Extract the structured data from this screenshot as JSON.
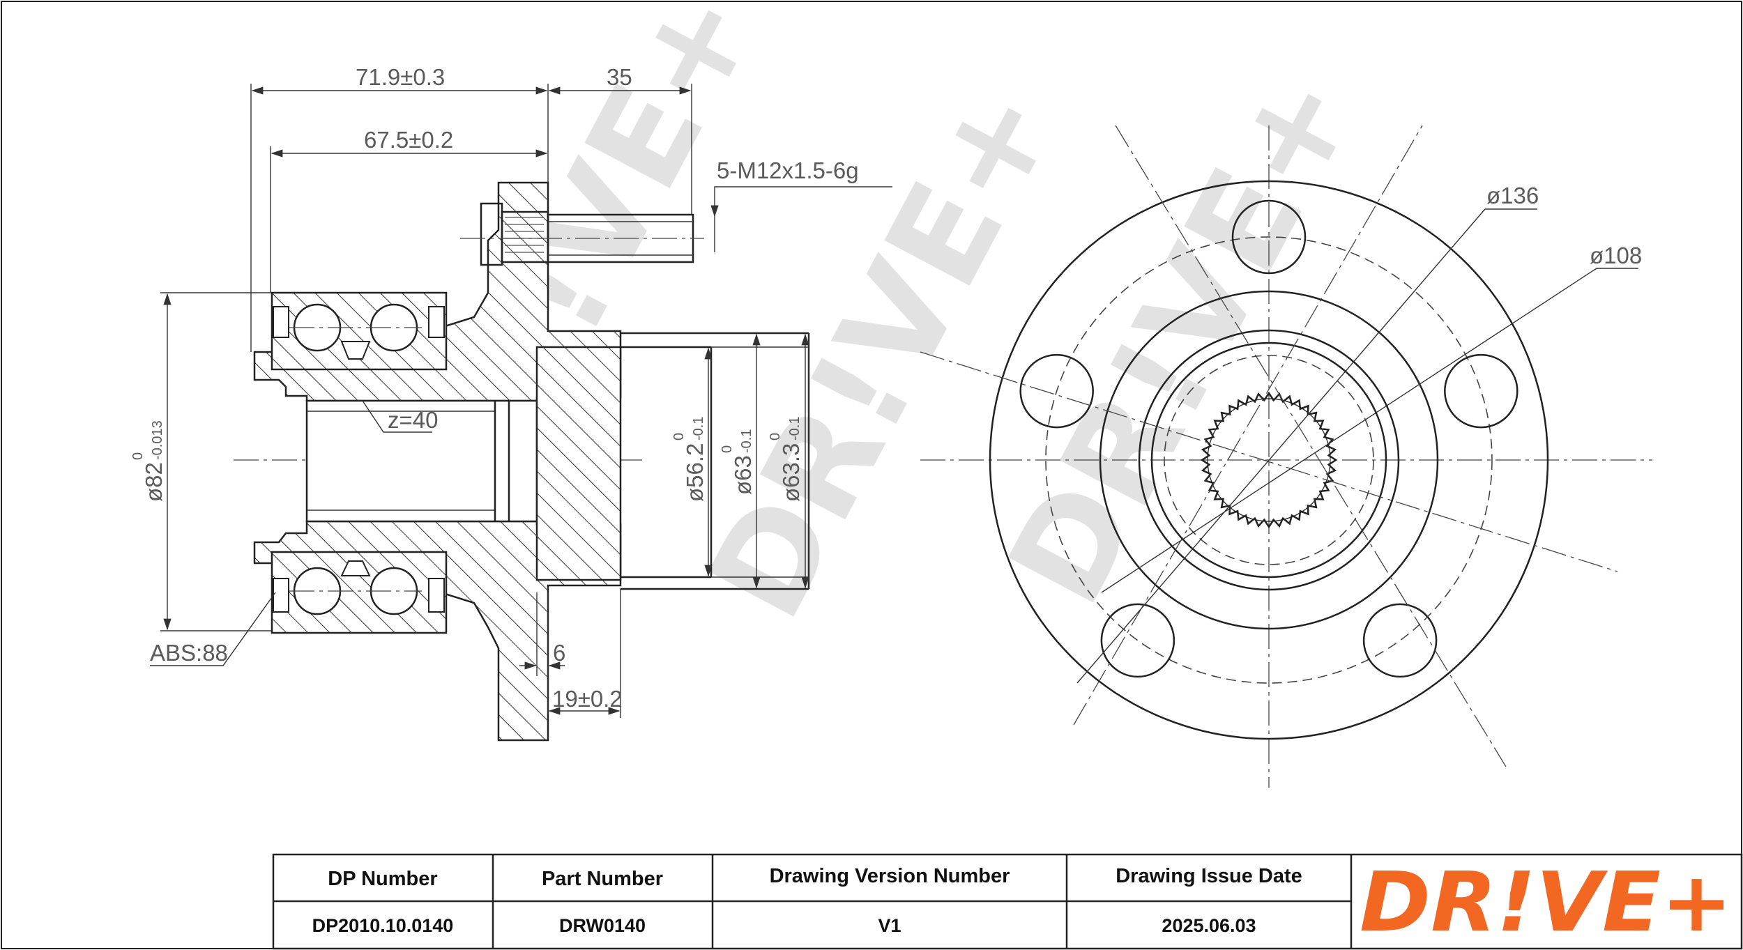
{
  "section_view": {
    "dimensions": {
      "overall_width": "71.9±0.3",
      "stud_length": "35",
      "bearing_width": "67.5±0.2",
      "stud_thread": "5-M12x1.5-6g",
      "spline": "z=40",
      "abs_ring": "ABS:88",
      "flange_thickness": "6",
      "pilot_length": "19±0.2",
      "outer_diameter": "ø82",
      "outer_diameter_tol_upper": "0",
      "outer_diameter_tol_lower": "-0.013",
      "pilot_diameter_1": "ø56.2",
      "pilot_diameter_1_tol_upper": "0",
      "pilot_diameter_1_tol_lower": "-0.1",
      "pilot_diameter_2": "ø63",
      "pilot_diameter_2_tol_upper": "0",
      "pilot_diameter_2_tol_lower": "-0.1",
      "pilot_diameter_3": "ø63.3",
      "pilot_diameter_3_tol_upper": "0",
      "pilot_diameter_3_tol_lower": "-0.1"
    }
  },
  "front_view": {
    "dimensions": {
      "flange_diameter": "ø136",
      "bolt_circle_diameter": "ø108"
    },
    "bolt_hole_count": 5,
    "spline_teeth": 40
  },
  "watermark": "DR!VE+",
  "title_block": {
    "headers": {
      "dp_number": "DP Number",
      "part_number": "Part Number",
      "drawing_version": "Drawing Version Number",
      "issue_date": "Drawing Issue Date"
    },
    "values": {
      "dp_number": "DP2010.10.0140",
      "part_number": "DRW0140",
      "drawing_version": "V1",
      "issue_date": "2025.06.03"
    }
  },
  "logo": {
    "text": "DR!VE+",
    "color": "#f26722"
  }
}
